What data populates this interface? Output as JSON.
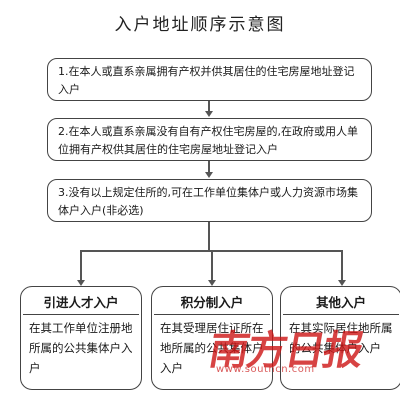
{
  "title": "入户地址顺序示意图",
  "steps": [
    {
      "text": "1.在本人或直系亲属拥有产权并供其居住的住宅房屋地址登记入户"
    },
    {
      "text": "2.在本人或直系亲属没有自有产权住宅房屋的,在政府或用人单位拥有产权供其居住的住宅房屋地址登记入户"
    },
    {
      "text": "3.没有以上规定住所的,可在工作单位集体户或人力资源市场集体户入户(非必选)"
    }
  ],
  "categories": [
    {
      "title": "引进人才入户",
      "description": "在其工作单位注册地所属的公共集体户入户"
    },
    {
      "title": "积分制入户",
      "description": "在其受理居住证所在地所属的公共集体户入户"
    },
    {
      "title": "其他入户",
      "description": "在其实际居住地所属的公共集体户入户"
    }
  ],
  "watermark": {
    "logo": "南方日报",
    "url": "www.southcn.com"
  },
  "colors": {
    "border": "#444444",
    "watermark": "#cd1414"
  }
}
